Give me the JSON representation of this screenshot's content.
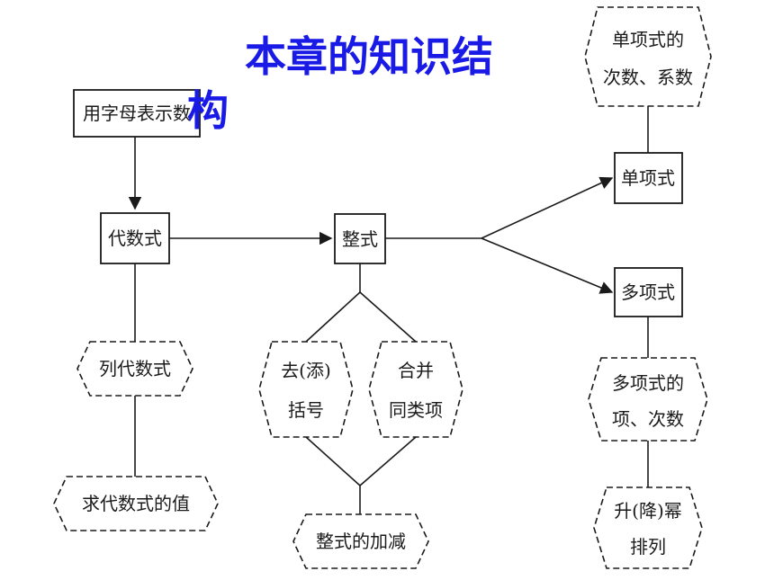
{
  "title": {
    "line1": "本章的知识结",
    "line2": "构",
    "color": "#1a1ae6"
  },
  "nodes": {
    "express_numbers": "用字母表示数",
    "algebraic_expression": "代数式",
    "list_expression": "列代数式",
    "evaluate_expression": "求代数式的值",
    "polynomial_integral": "整式",
    "remove_brackets_1": "去(添)",
    "remove_brackets_2": "括号",
    "combine_terms_1": "合并",
    "combine_terms_2": "同类项",
    "add_subtract": "整式的加减",
    "monomial": "单项式",
    "monomial_props_1": "单项式的",
    "monomial_props_2": "次数、系数",
    "polynomial": "多项式",
    "polynomial_props_1": "多项式的",
    "polynomial_props_2": "项、次数",
    "ordering_1": "升(降)幂",
    "ordering_2": "排列"
  }
}
